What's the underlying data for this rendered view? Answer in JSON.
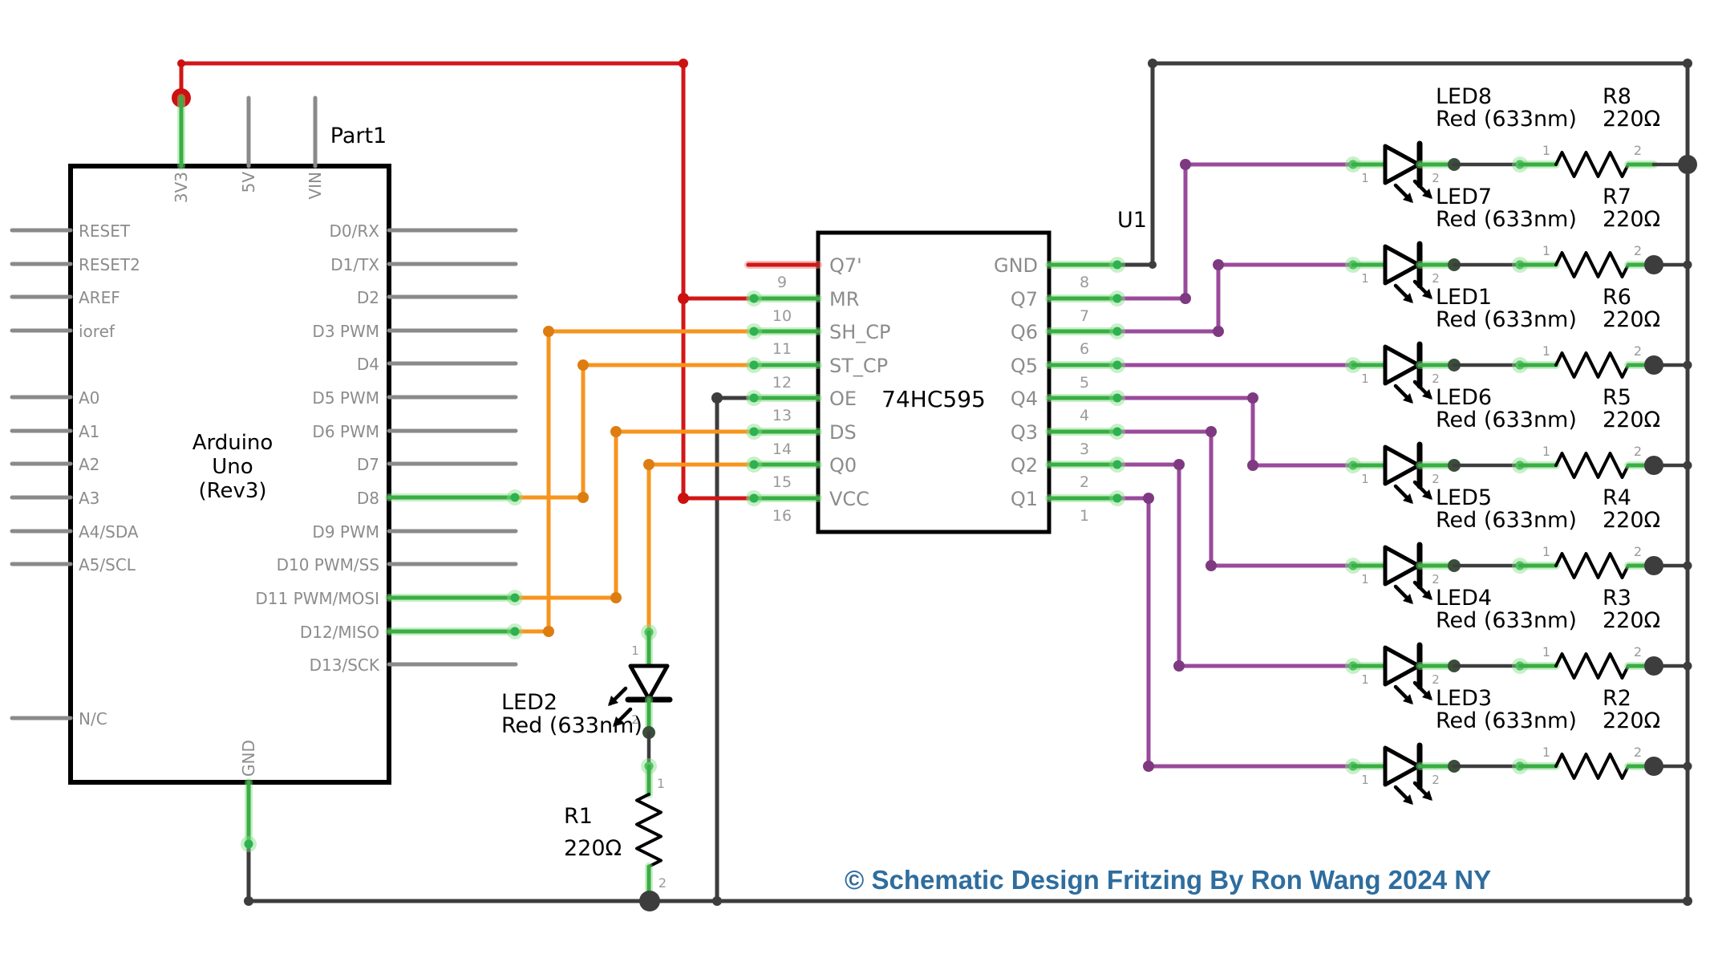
{
  "palette": {
    "wire_green": "#3aad44",
    "wire_green_glow": "rgba(134,222,134,0.45)",
    "glow_dot": "#2eb150",
    "wire_purple": "#9a4a9b",
    "purple_dot": "#7e3a80",
    "wire_orange": "#f7941e",
    "orange_dot": "#dd7d10",
    "wire_red": "#d11717",
    "red_dot": "#cc1111",
    "wire_black": "#3d3d3d",
    "stub_gray": "#8a8a8a",
    "pin_text": "#8c8c8c",
    "number_text": "#9a9a9a",
    "part_text": "#000000",
    "caption_color": "#2e6d9e"
  },
  "caption": "© Schematic Design Fritzing  By Ron Wang 2024 NY",
  "arduino": {
    "refdes": "Part1",
    "name_lines": [
      "Arduino",
      "Uno",
      "(Rev3)"
    ],
    "left_pins": [
      "RESET",
      "RESET2",
      "AREF",
      "ioref",
      "A0",
      "A1",
      "A2",
      "A3",
      "A4/SDA",
      "A5/SCL",
      "N/C"
    ],
    "right_pins": [
      "D0/RX",
      "D1/TX",
      "D2",
      "D3 PWM",
      "D4",
      "D5 PWM",
      "D6 PWM",
      "D7",
      "D8",
      "D9 PWM",
      "D10 PWM/SS",
      "D11 PWM/MOSI",
      "D12/MISO",
      "D13/SCK"
    ],
    "top_pins": [
      "3V3",
      "5V",
      "VIN"
    ],
    "bottom_pins": [
      "GND"
    ]
  },
  "shift_register": {
    "refdes": "U1",
    "part_number": "74HC595",
    "left_pins": [
      {
        "name": "Q7'",
        "number": "9"
      },
      {
        "name": "MR",
        "number": "10"
      },
      {
        "name": "SH_CP",
        "number": "11"
      },
      {
        "name": "ST_CP",
        "number": "12"
      },
      {
        "name": "OE",
        "number": "13"
      },
      {
        "name": "DS",
        "number": "14"
      },
      {
        "name": "Q0",
        "number": "15"
      },
      {
        "name": "VCC",
        "number": "16"
      }
    ],
    "right_pins": [
      {
        "name": "GND",
        "number": "8"
      },
      {
        "name": "Q7",
        "number": "7"
      },
      {
        "name": "Q6",
        "number": "6"
      },
      {
        "name": "Q5",
        "number": "5"
      },
      {
        "name": "Q4",
        "number": "4"
      },
      {
        "name": "Q3",
        "number": "3"
      },
      {
        "name": "Q2",
        "number": "2"
      },
      {
        "name": "Q1",
        "number": "1"
      }
    ]
  },
  "led_rows": [
    {
      "led": "LED8",
      "spec": "Red (633nm)",
      "resistor": "R8",
      "value": "220Ω"
    },
    {
      "led": "LED7",
      "spec": "Red (633nm)",
      "resistor": "R7",
      "value": "220Ω"
    },
    {
      "led": "LED1",
      "spec": "Red (633nm)",
      "resistor": "R6",
      "value": "220Ω"
    },
    {
      "led": "LED6",
      "spec": "Red (633nm)",
      "resistor": "R5",
      "value": "220Ω"
    },
    {
      "led": "LED5",
      "spec": "Red (633nm)",
      "resistor": "R4",
      "value": "220Ω"
    },
    {
      "led": "LED4",
      "spec": "Red (633nm)",
      "resistor": "R3",
      "value": "220Ω"
    },
    {
      "led": "LED3",
      "spec": "Red (633nm)",
      "resistor": "R2",
      "value": "220Ω"
    }
  ],
  "series_leg": {
    "led": "LED2",
    "spec": "Red (633nm)",
    "resistor": "R1",
    "value": "220Ω"
  },
  "pin_digits": {
    "one": "1",
    "two": "2"
  }
}
